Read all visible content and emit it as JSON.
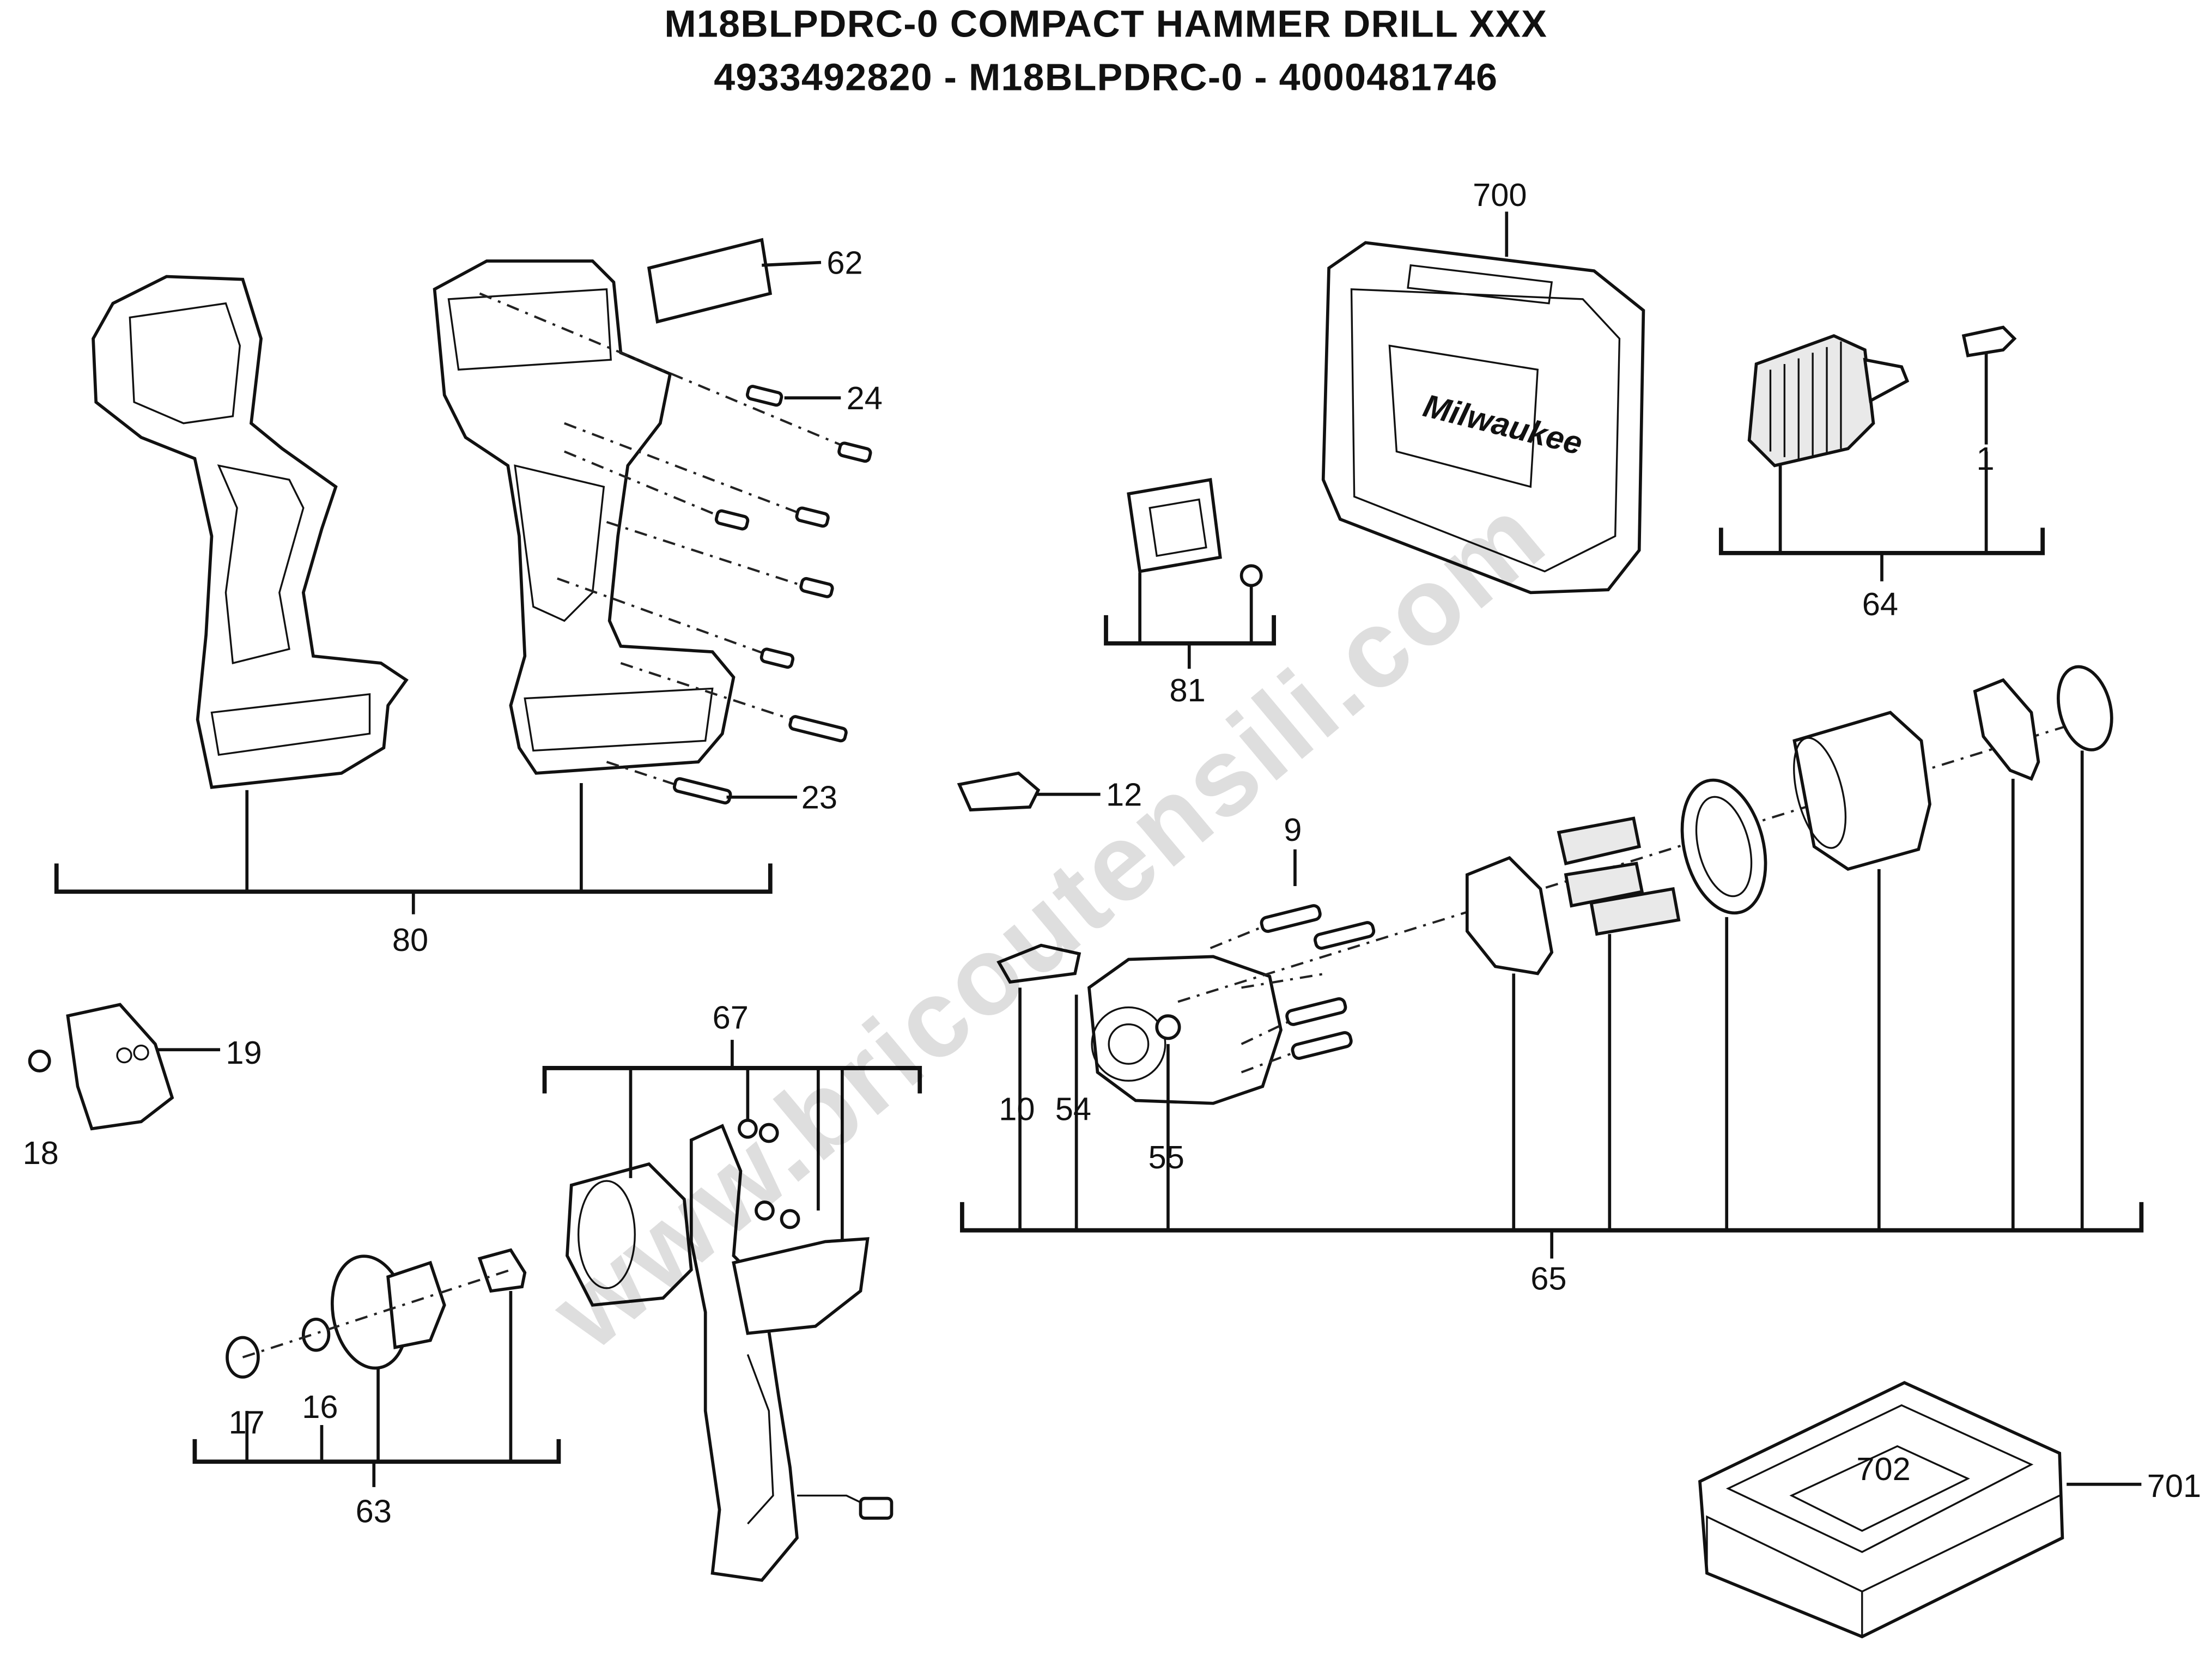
{
  "title": {
    "line1": "M18BLPDRC-0 COMPACT HAMMER DRILL XXX",
    "line2": "4933492820 - M18BLPDRC-0 - 4000481746"
  },
  "watermark": "www.bricoutensili.com",
  "brand_label": "Milwaukee",
  "callouts": {
    "p1": "1",
    "p9": "9",
    "p10": "10",
    "p12": "12",
    "p16": "16",
    "p17": "17",
    "p18": "18",
    "p19": "19",
    "p23": "23",
    "p24": "24",
    "p54": "54",
    "p55": "55",
    "p62": "62",
    "p63": "63",
    "p64": "64",
    "p65": "65",
    "p67": "67",
    "p80": "80",
    "p81": "81",
    "p700": "700",
    "p701": "701",
    "p702": "702"
  }
}
